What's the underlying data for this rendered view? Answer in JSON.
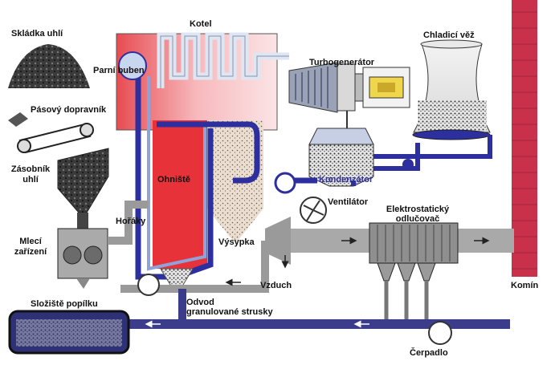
{
  "title_fragment": "",
  "labels": {
    "coal_yard": "Skládka uhlí",
    "belt_conveyor": "Pásový dopravník",
    "coal_bunker_1": "Zásobník",
    "coal_bunker_2": "uhlí",
    "mill_1": "Mlecí",
    "mill_2": "zařízení",
    "boiler": "Kotel",
    "steam_drum": "Parní buben",
    "furnace": "Ohniště",
    "burners": "Hořáky",
    "turbogenerator": "Turbogenerátor",
    "cooling_tower": "Chladicí věž",
    "condenser": "Kondenzátor",
    "fan": "Ventilátor",
    "hopper": "Výsypka",
    "electrostatic_1": "Elektrostatický",
    "electrostatic_2": "odlučovač",
    "chimney": "Komín",
    "air": "Vzduch",
    "slag_1": "Odvod",
    "slag_2": "granulované strusky",
    "ash_storage": "Složiště popílku",
    "pump": "Čerpadlo"
  },
  "colors": {
    "pipe_blue": "#2e2f9e",
    "pipe_light": "#dfe6f3",
    "furnace_red": "#e8323a",
    "boiler_pink": "#f4a6ac",
    "chimney_red": "#d0304a",
    "duct_gray": "#a9a9a9",
    "dark": "#222222"
  }
}
